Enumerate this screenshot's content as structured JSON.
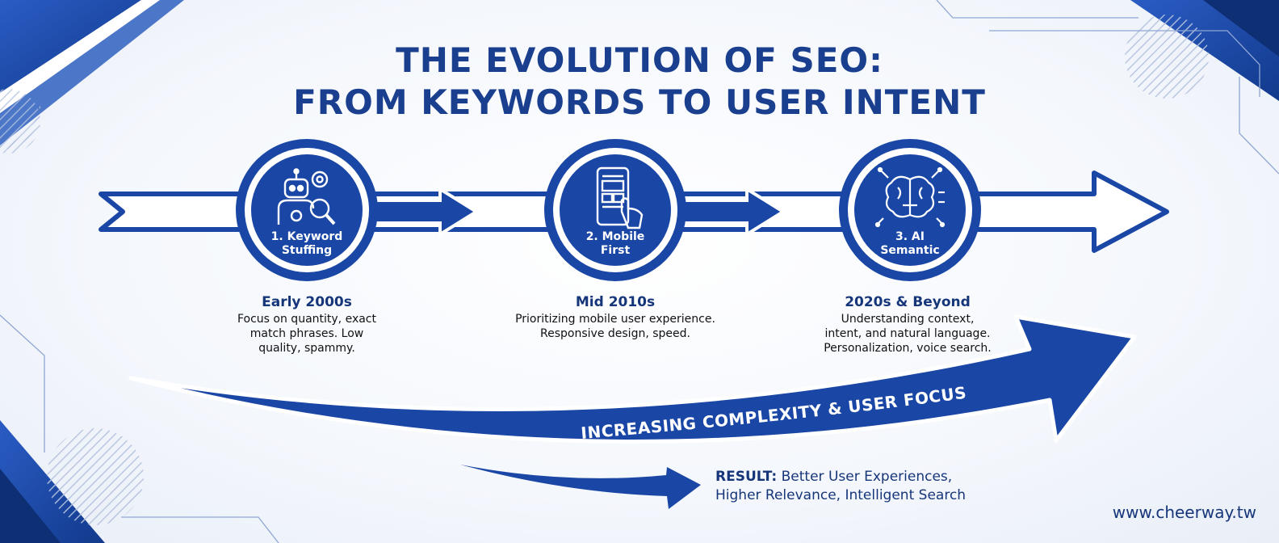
{
  "title": {
    "line1": "THE EVOLUTION OF SEO:",
    "line2": "FROM KEYWORDS TO USER INTENT"
  },
  "stages": [
    {
      "label_line1": "1. Keyword",
      "label_line2": "Stuffing",
      "icon": "robot-with-magnifier-and-gears-icon",
      "era": "Early 2000s",
      "desc_lines": [
        "Focus on quantity, exact",
        "match phrases. Low",
        "quality, spammy."
      ]
    },
    {
      "label_line1": "2. Mobile",
      "label_line2": "First",
      "icon": "smartphone-tap-icon",
      "era": "Mid 2010s",
      "desc_lines": [
        "Prioritizing mobile user experience.",
        "Responsive design, speed."
      ]
    },
    {
      "label_line1": "3. AI",
      "label_line2": "Semantic",
      "icon": "ai-brain-circuit-icon",
      "era": "2020s & Beyond",
      "desc_lines": [
        "Understanding context,",
        "intent, and natural language.",
        "Personalization, voice search."
      ]
    }
  ],
  "trend_arrow_label": "INCREASING COMPLEXITY & USER FOCUS",
  "result": {
    "prefix": "RESULT:",
    "line1": " Better User Experiences,",
    "line2": "Higher Relevance, Intelligent Search"
  },
  "website": "www.cheerway.tw",
  "colors": {
    "primary_blue": "#1a47a6",
    "dark_blue": "#16367a",
    "white": "#ffffff",
    "background": "#f4f7fc"
  }
}
